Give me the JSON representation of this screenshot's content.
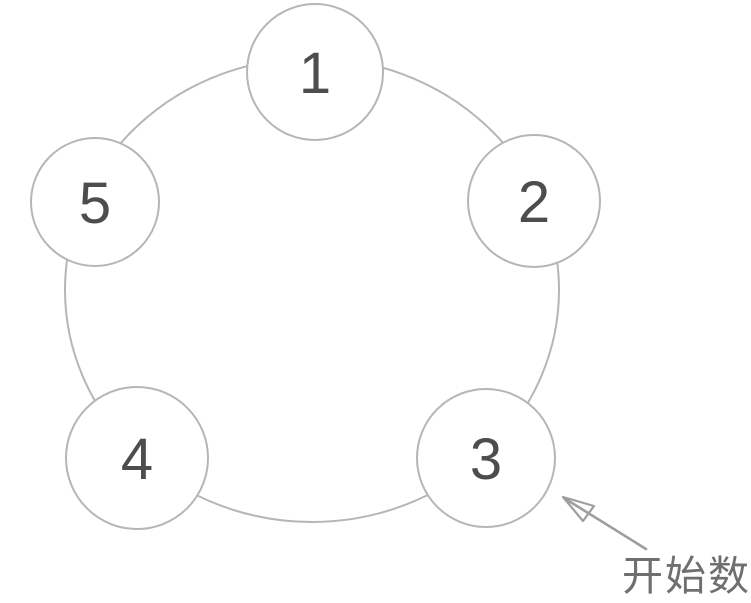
{
  "diagram": {
    "nodes": [
      {
        "label": "1"
      },
      {
        "label": "2"
      },
      {
        "label": "3"
      },
      {
        "label": "4"
      },
      {
        "label": "5"
      }
    ],
    "annotation": {
      "label": "开始数",
      "target_node": "3"
    },
    "colors": {
      "ring": "#b6b6b6",
      "node_border": "#b6b6b6",
      "node_fill": "#ffffff",
      "number_text": "#4d4d4d",
      "arrow": "#9e9e9e",
      "annotation_text": "#6f6f6f",
      "background": "#ffffff"
    }
  }
}
